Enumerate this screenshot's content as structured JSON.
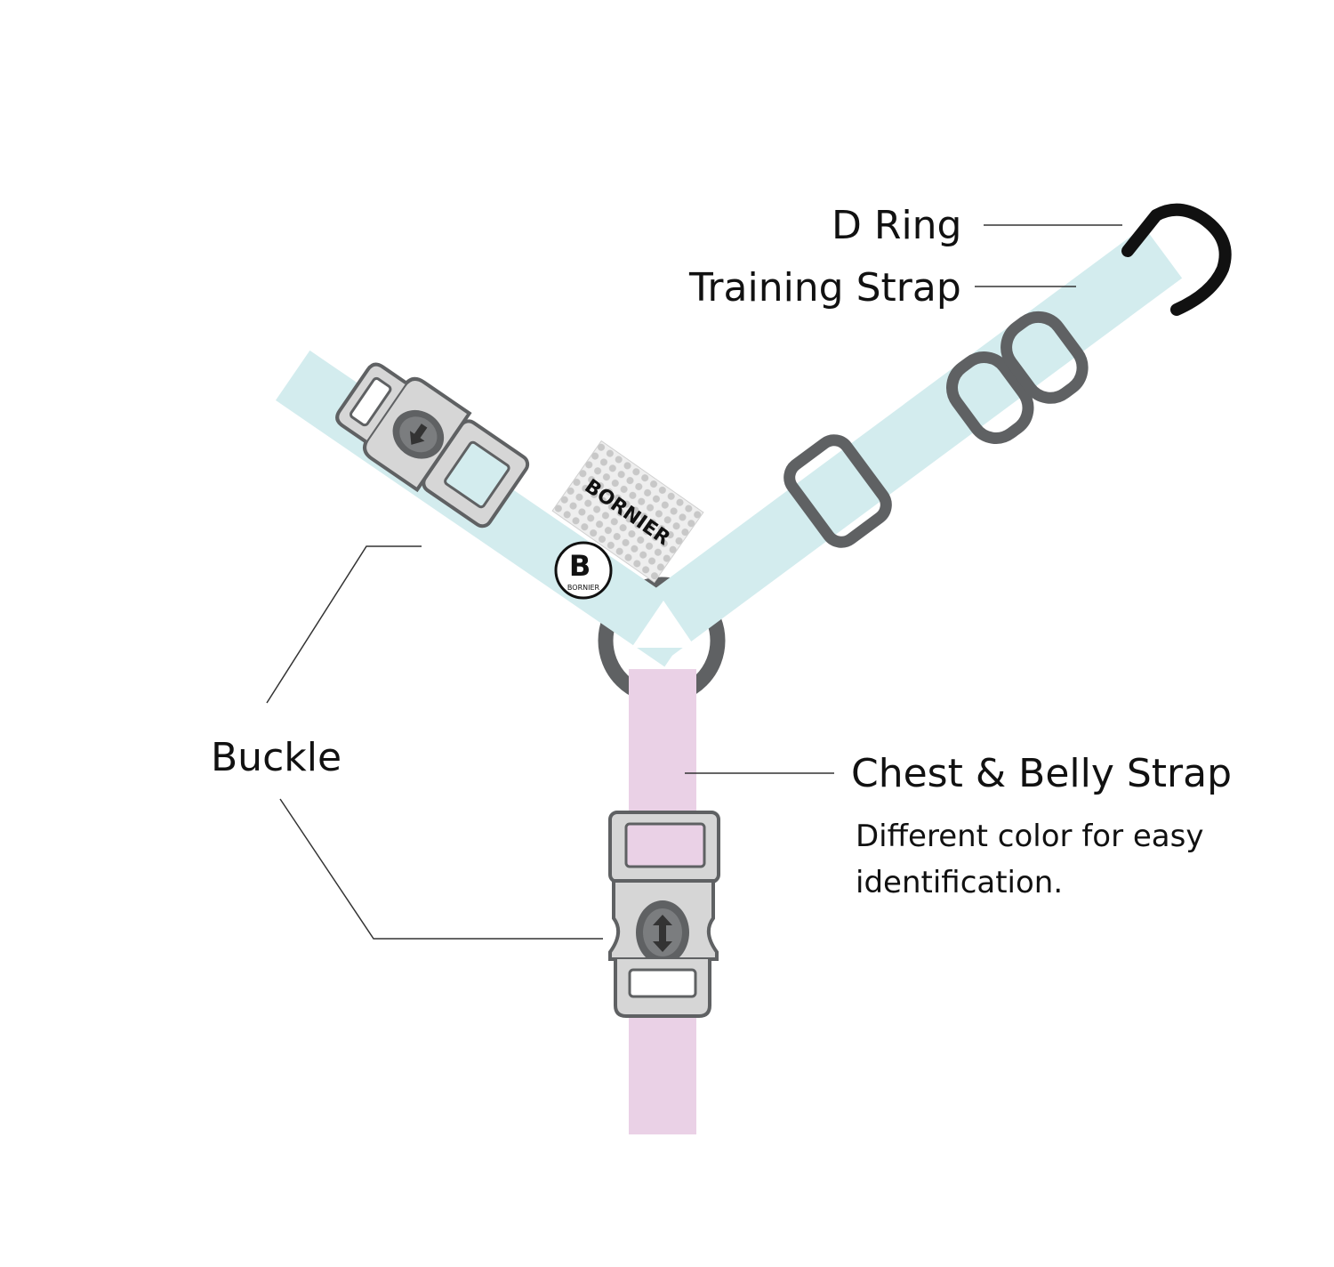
{
  "labels": {
    "d_ring": "D Ring",
    "training_strap": "Training Strap",
    "buckle": "Buckle",
    "chest_belly_strap": "Chest & Belly Strap",
    "chest_belly_note": "Different color for easy identification."
  },
  "brand": {
    "tag_text": "BORNIER",
    "logo_letter": "B",
    "logo_text": "BORNIER"
  },
  "colors": {
    "blue_strap": "#d3ecee",
    "pink_strap": "#ead1e6",
    "hardware_gray": "#5f6163",
    "buckle_body": "#d6d6d6",
    "d_ring": "#111111",
    "leader_line": "#333333"
  }
}
